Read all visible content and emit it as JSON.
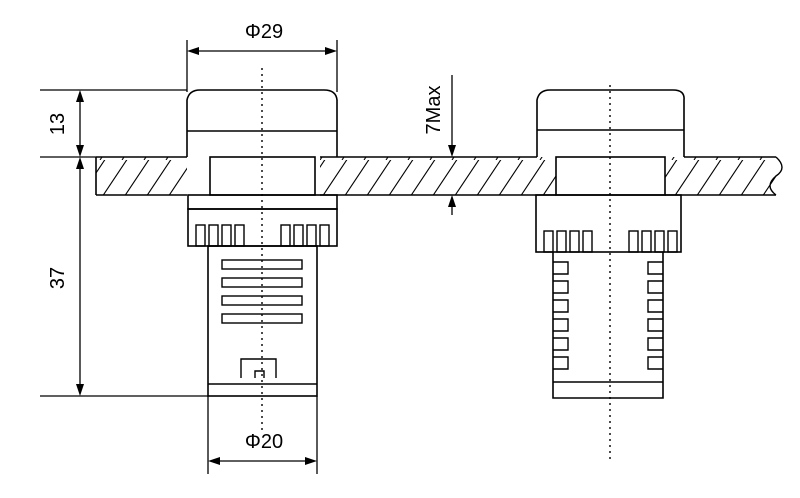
{
  "dimensions": {
    "top_width": "Φ29",
    "cap_height": "13",
    "panel_max": "7Max",
    "body_length": "37",
    "bottom_width": "Φ20"
  },
  "colors": {
    "line": "#000000",
    "background": "#ffffff"
  }
}
